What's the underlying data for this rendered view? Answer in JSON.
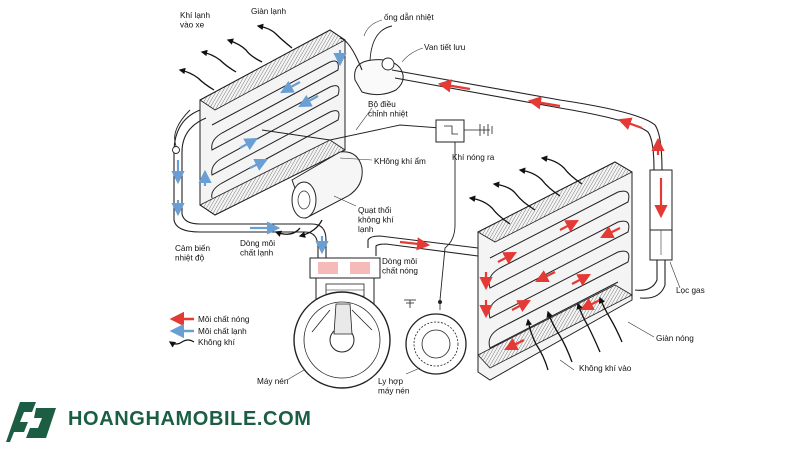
{
  "labels": {
    "cold_air_in_car": "Khí lạnh\nvào xe",
    "evaporator": "Giàn lạnh",
    "heat_tube": "ống dẫn nhiệt",
    "expansion_valve": "Van tiết lưu",
    "thermostat": "Bộ điều\nchỉnh nhiệt",
    "humid_air": "KHông khí ẩm",
    "hot_air_out": "Khí nóng ra",
    "blower": "Quạt thổi\nkhông khí\nlạnh",
    "temp_sensor": "Cảm biến\nnhiệt độ",
    "cold_refrigerant_flow": "Dòng môi\nchất lạnh",
    "hot_refrigerant_flow": "Dòng môi\nchất nóng",
    "compressor": "Máy nén",
    "clutch": "Ly hợp\nmáy nén",
    "receiver_filter": "Lọc gas",
    "condenser": "Giàn nóng",
    "air_in": "Không khí vào"
  },
  "legend": {
    "hot": "Môi chất nóng",
    "cold": "Môi chất lạnh",
    "air": "Không khí"
  },
  "colors": {
    "hot": "#e53935",
    "cold": "#6a9fd4",
    "brand": "#1b5e43"
  },
  "logo": {
    "brand": "HOANGHAMOBILE.COM",
    "icon": "hoangha-logo-icon"
  }
}
